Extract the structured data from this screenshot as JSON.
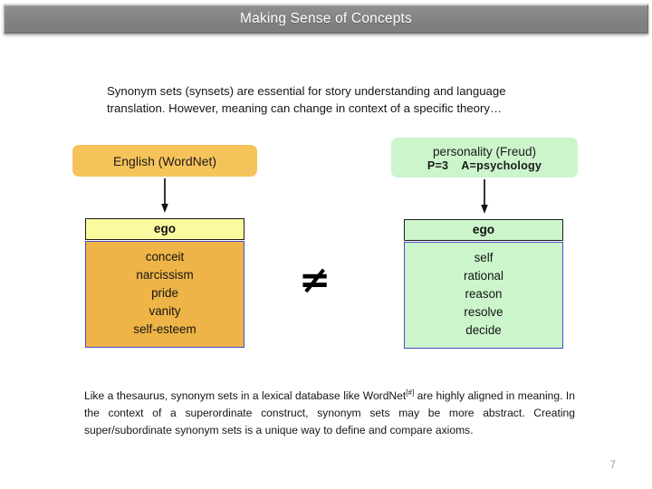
{
  "slide": {
    "title": "Making Sense of Concepts",
    "page_number": "7",
    "intro_text": "Synonym sets (synsets) are essential for story understanding and language translation. However, meaning can change in context of a specific theory…",
    "outro_text_before_ref": "Like a thesaurus, synonym sets in a lexical database like WordNet",
    "outro_reference_marker": "[#]",
    "outro_text_after_ref": " are highly aligned in meaning. In the context of a superordinate construct, synonym sets may be more abstract. Creating super/subordinate synonym sets is a unique way to define and compare axioms.",
    "comparison_symbol": "≠"
  },
  "columns": {
    "left": {
      "caption": "English (WordNet)",
      "arrow_icon": "down-arrow-icon",
      "headword": "ego",
      "synonyms": [
        "conceit",
        "narcissism",
        "pride",
        "vanity",
        "self-esteem"
      ]
    },
    "right": {
      "caption_line1": "personality (Freud)",
      "caption_line2_p": "P=3",
      "caption_line2_a": "A=psychology",
      "arrow_icon": "down-arrow-icon",
      "headword": "ego",
      "synonyms": [
        "self",
        "rational",
        "reason",
        "resolve",
        "decide"
      ]
    }
  },
  "colors": {
    "titlebar": "#828282",
    "orange_caption": "#F6C35B",
    "orange_body": "#EFB447",
    "yellow_head": "#FAFAA0",
    "green": "#CCF5CC",
    "body_border": "#4a4ad0",
    "head_border": "#1d1d1d"
  }
}
